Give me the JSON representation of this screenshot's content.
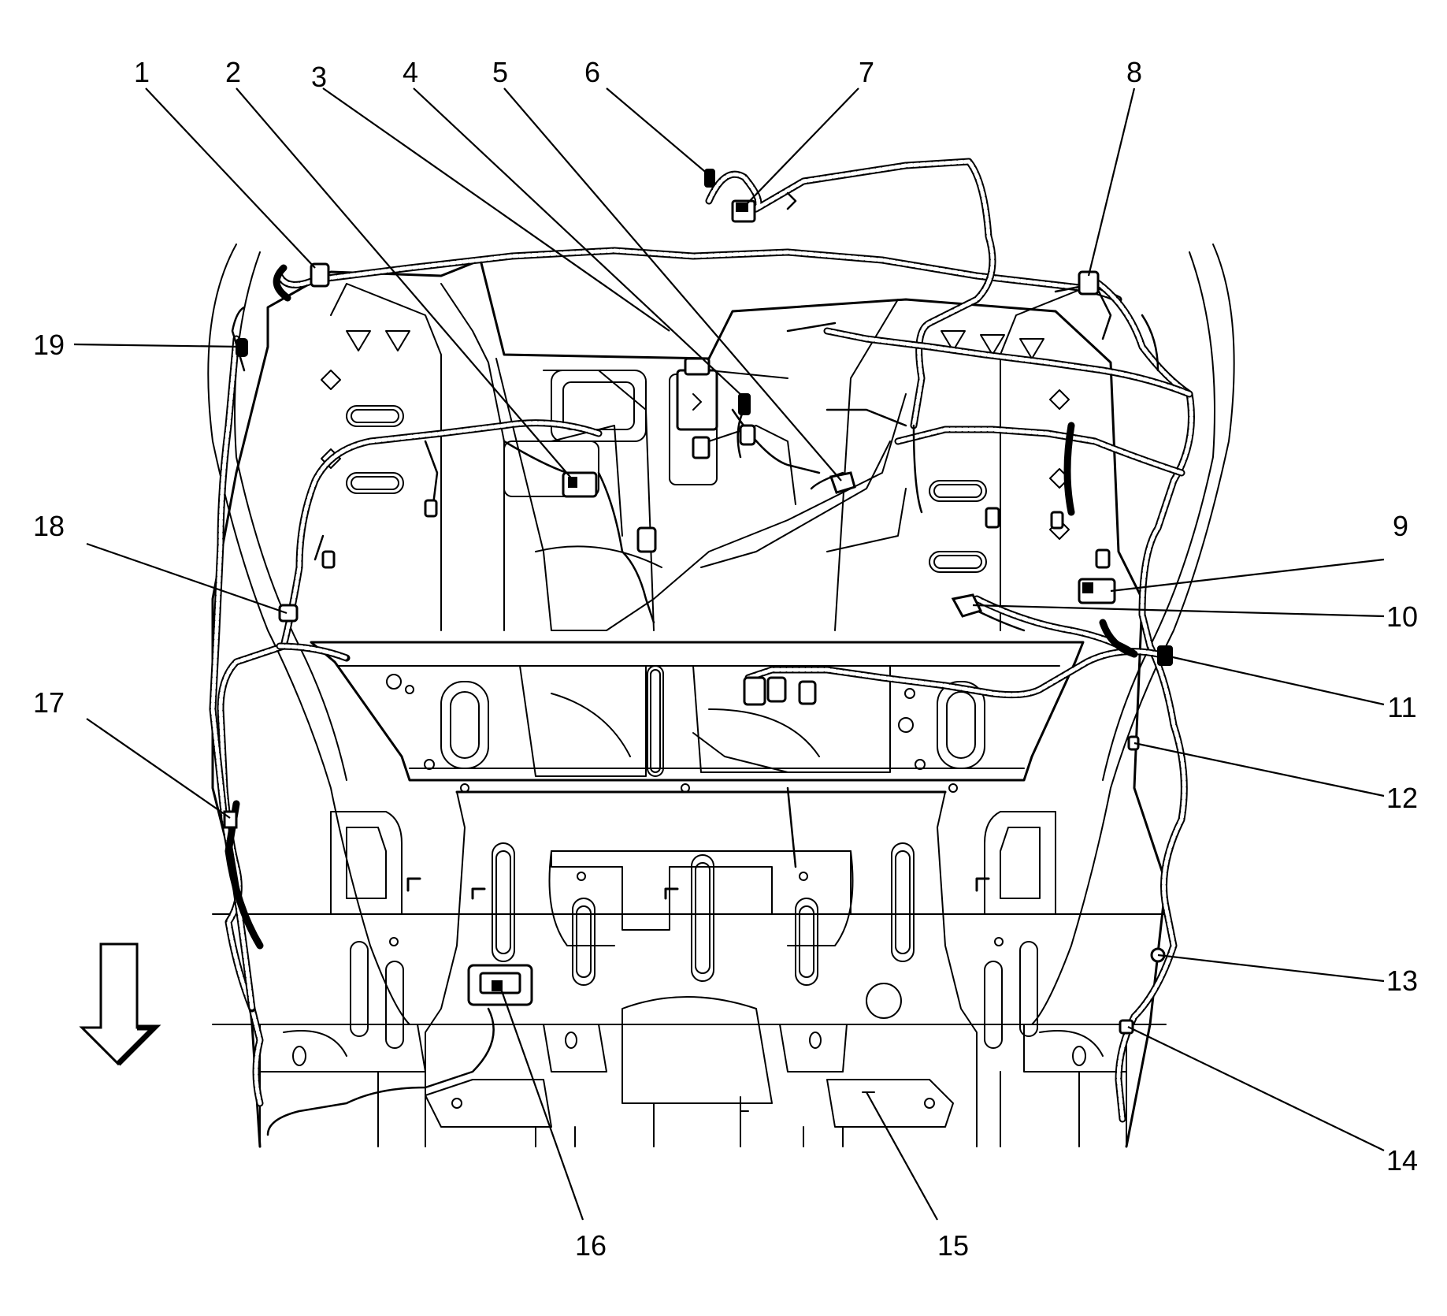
{
  "diagram": {
    "callouts": [
      {
        "id": "1",
        "label": "1"
      },
      {
        "id": "2",
        "label": "2"
      },
      {
        "id": "3",
        "label": "3"
      },
      {
        "id": "4",
        "label": "4"
      },
      {
        "id": "5",
        "label": "5"
      },
      {
        "id": "6",
        "label": "6"
      },
      {
        "id": "7",
        "label": "7"
      },
      {
        "id": "8",
        "label": "8"
      },
      {
        "id": "9",
        "label": "9"
      },
      {
        "id": "10",
        "label": "10"
      },
      {
        "id": "11",
        "label": "11"
      },
      {
        "id": "12",
        "label": "12"
      },
      {
        "id": "13",
        "label": "13"
      },
      {
        "id": "14",
        "label": "14"
      },
      {
        "id": "15",
        "label": "15"
      },
      {
        "id": "16",
        "label": "16"
      },
      {
        "id": "17",
        "label": "17"
      },
      {
        "id": "18",
        "label": "18"
      },
      {
        "id": "19",
        "label": "19"
      }
    ],
    "direction_arrow": "down-arrow-icon",
    "colors": {
      "line": "#000000",
      "background": "#ffffff"
    }
  }
}
